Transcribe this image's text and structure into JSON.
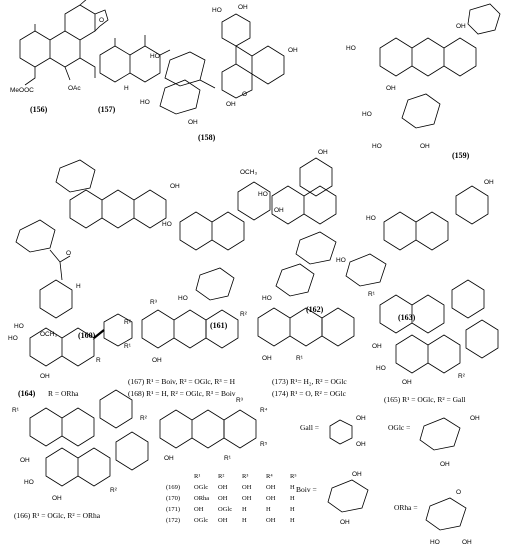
{
  "compounds": {
    "c156": "(156)",
    "c157": "(157)",
    "c158": "(158)",
    "c159": "(159)",
    "c160": "(160)",
    "c161": "(161)",
    "c162": "(162)",
    "c163": "(163)",
    "c164": "(164)",
    "c164_r": "R = ORha",
    "c167": "(167) R¹ = Boiv, R² = OGlc, R³ = H",
    "c168": "(168) R¹ = H, R² = OGlc, R³ = Boiv",
    "c173": "(173) R¹= H₂, R² = OGlc",
    "c174": "(174) R¹ = O, R² = OGlc",
    "c165": "(165) R¹ = OGlc, R² = Gall",
    "c166": "(166) R¹ = OGlc, R² = ORha"
  },
  "atoms": {
    "meooc": "MeOOC",
    "oac": "OAc",
    "oh": "OH",
    "ho": "HO",
    "o": "O",
    "och3": "OCH₃",
    "h": "H",
    "r": "R",
    "r1": "R¹",
    "r2": "R²",
    "r3": "R³",
    "r4": "R⁴",
    "r5": "R⁵"
  },
  "table": {
    "headers": [
      "R¹",
      "R²",
      "R³",
      "R⁴",
      "R⁵"
    ],
    "rows": [
      {
        "id": "(169)",
        "cells": [
          "OGlc",
          "OH",
          "OH",
          "OH",
          "H"
        ]
      },
      {
        "id": "(170)",
        "cells": [
          "ORha",
          "OH",
          "OH",
          "OH",
          "H"
        ]
      },
      {
        "id": "(171)",
        "cells": [
          "OH",
          "OGlc",
          "H",
          "H",
          "H"
        ]
      },
      {
        "id": "(172)",
        "cells": [
          "OGlc",
          "OH",
          "H",
          "OH",
          "H"
        ]
      }
    ]
  },
  "legend": {
    "gall": "Gall =",
    "oglc": "OGlc =",
    "boiv": "Boiv =",
    "orha": "ORha ="
  }
}
